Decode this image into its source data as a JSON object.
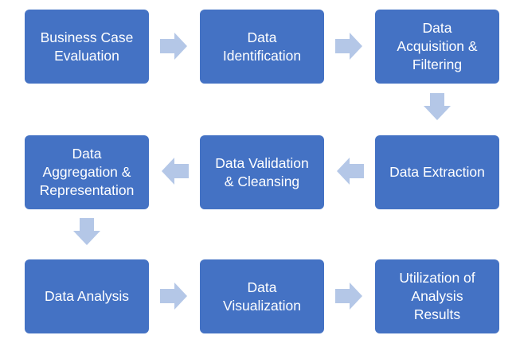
{
  "colors": {
    "box_fill": "#4472C4",
    "box_text": "#FFFFFF",
    "arrow_fill": "#B4C7E7",
    "background": "#FFFFFF"
  },
  "steps": [
    {
      "label": "Business Case\nEvaluation"
    },
    {
      "label": "Data\nIdentification"
    },
    {
      "label": "Data\nAcquisition &\nFiltering"
    },
    {
      "label": "Data Extraction"
    },
    {
      "label": "Data Validation\n& Cleansing"
    },
    {
      "label": "Data\nAggregation &\nRepresentation"
    },
    {
      "label": "Data Analysis"
    },
    {
      "label": "Data\nVisualization"
    },
    {
      "label": "Utilization of\nAnalysis\nResults"
    }
  ],
  "arrows": [
    {
      "direction": "right",
      "icon": "arrow-right-icon"
    },
    {
      "direction": "right",
      "icon": "arrow-right-icon"
    },
    {
      "direction": "down",
      "icon": "arrow-down-icon"
    },
    {
      "direction": "left",
      "icon": "arrow-left-icon"
    },
    {
      "direction": "left",
      "icon": "arrow-left-icon"
    },
    {
      "direction": "down",
      "icon": "arrow-down-icon"
    },
    {
      "direction": "right",
      "icon": "arrow-right-icon"
    },
    {
      "direction": "right",
      "icon": "arrow-right-icon"
    }
  ]
}
